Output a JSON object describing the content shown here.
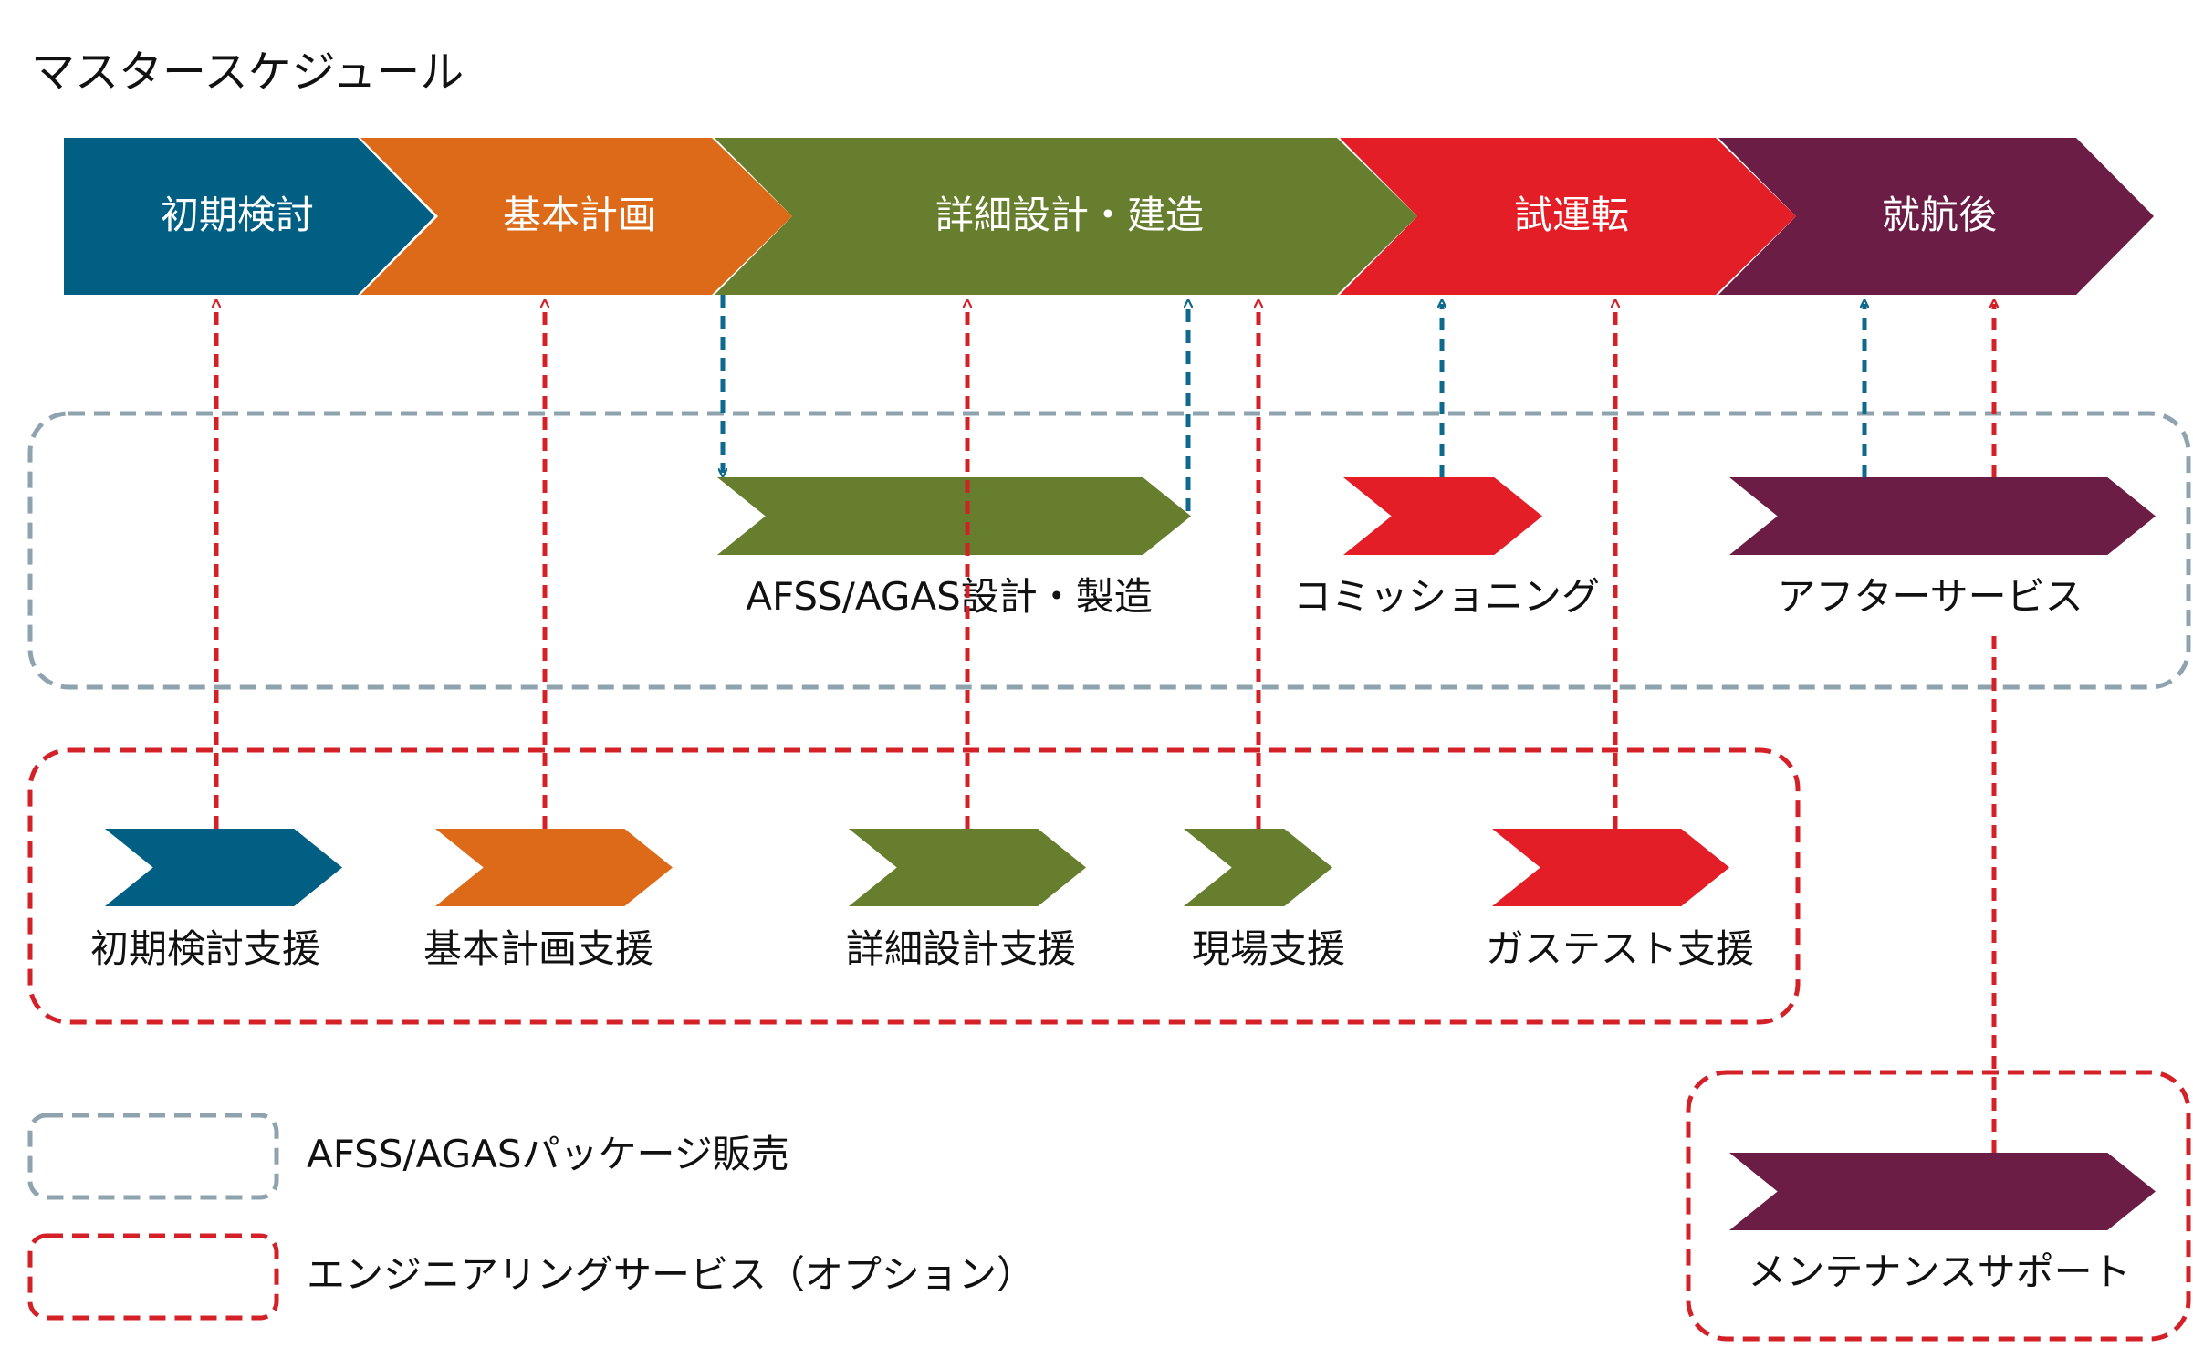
{
  "title": "マスタースケジュール",
  "colors": {
    "blue": "#005F83",
    "orange": "#DC6A18",
    "green": "#667E2D",
    "red": "#E31E26",
    "purple": "#6C1D45",
    "gray_dash": "#8EA3AE",
    "red_dash": "#D42027",
    "blue_arrow": "#0D6A8C",
    "red_arrow": "#D42027"
  },
  "phases": [
    {
      "label": "初期検討",
      "color": "blue"
    },
    {
      "label": "基本計画",
      "color": "orange"
    },
    {
      "label": "詳細設計・建造",
      "color": "green"
    },
    {
      "label": "試運転",
      "color": "red"
    },
    {
      "label": "就航後",
      "color": "purple"
    }
  ],
  "package_items": [
    {
      "label": "AFSS/AGAS設計・製造",
      "color": "green"
    },
    {
      "label": "コミッショニング",
      "color": "red"
    },
    {
      "label": "アフターサービス",
      "color": "purple"
    }
  ],
  "engineering_items": [
    {
      "label": "初期検討支援",
      "color": "blue"
    },
    {
      "label": "基本計画支援",
      "color": "orange"
    },
    {
      "label": "詳細設計支援",
      "color": "green"
    },
    {
      "label": "現場支援",
      "color": "green"
    },
    {
      "label": "ガステスト支援",
      "color": "red"
    }
  ],
  "maintenance": {
    "label": "メンテナンスサポート",
    "color": "purple"
  },
  "legend": [
    {
      "label": "AFSS/AGASパッケージ販売",
      "style": "gray-dashed"
    },
    {
      "label": "エンジニアリングサービス（オプション）",
      "style": "red-dashed"
    }
  ]
}
